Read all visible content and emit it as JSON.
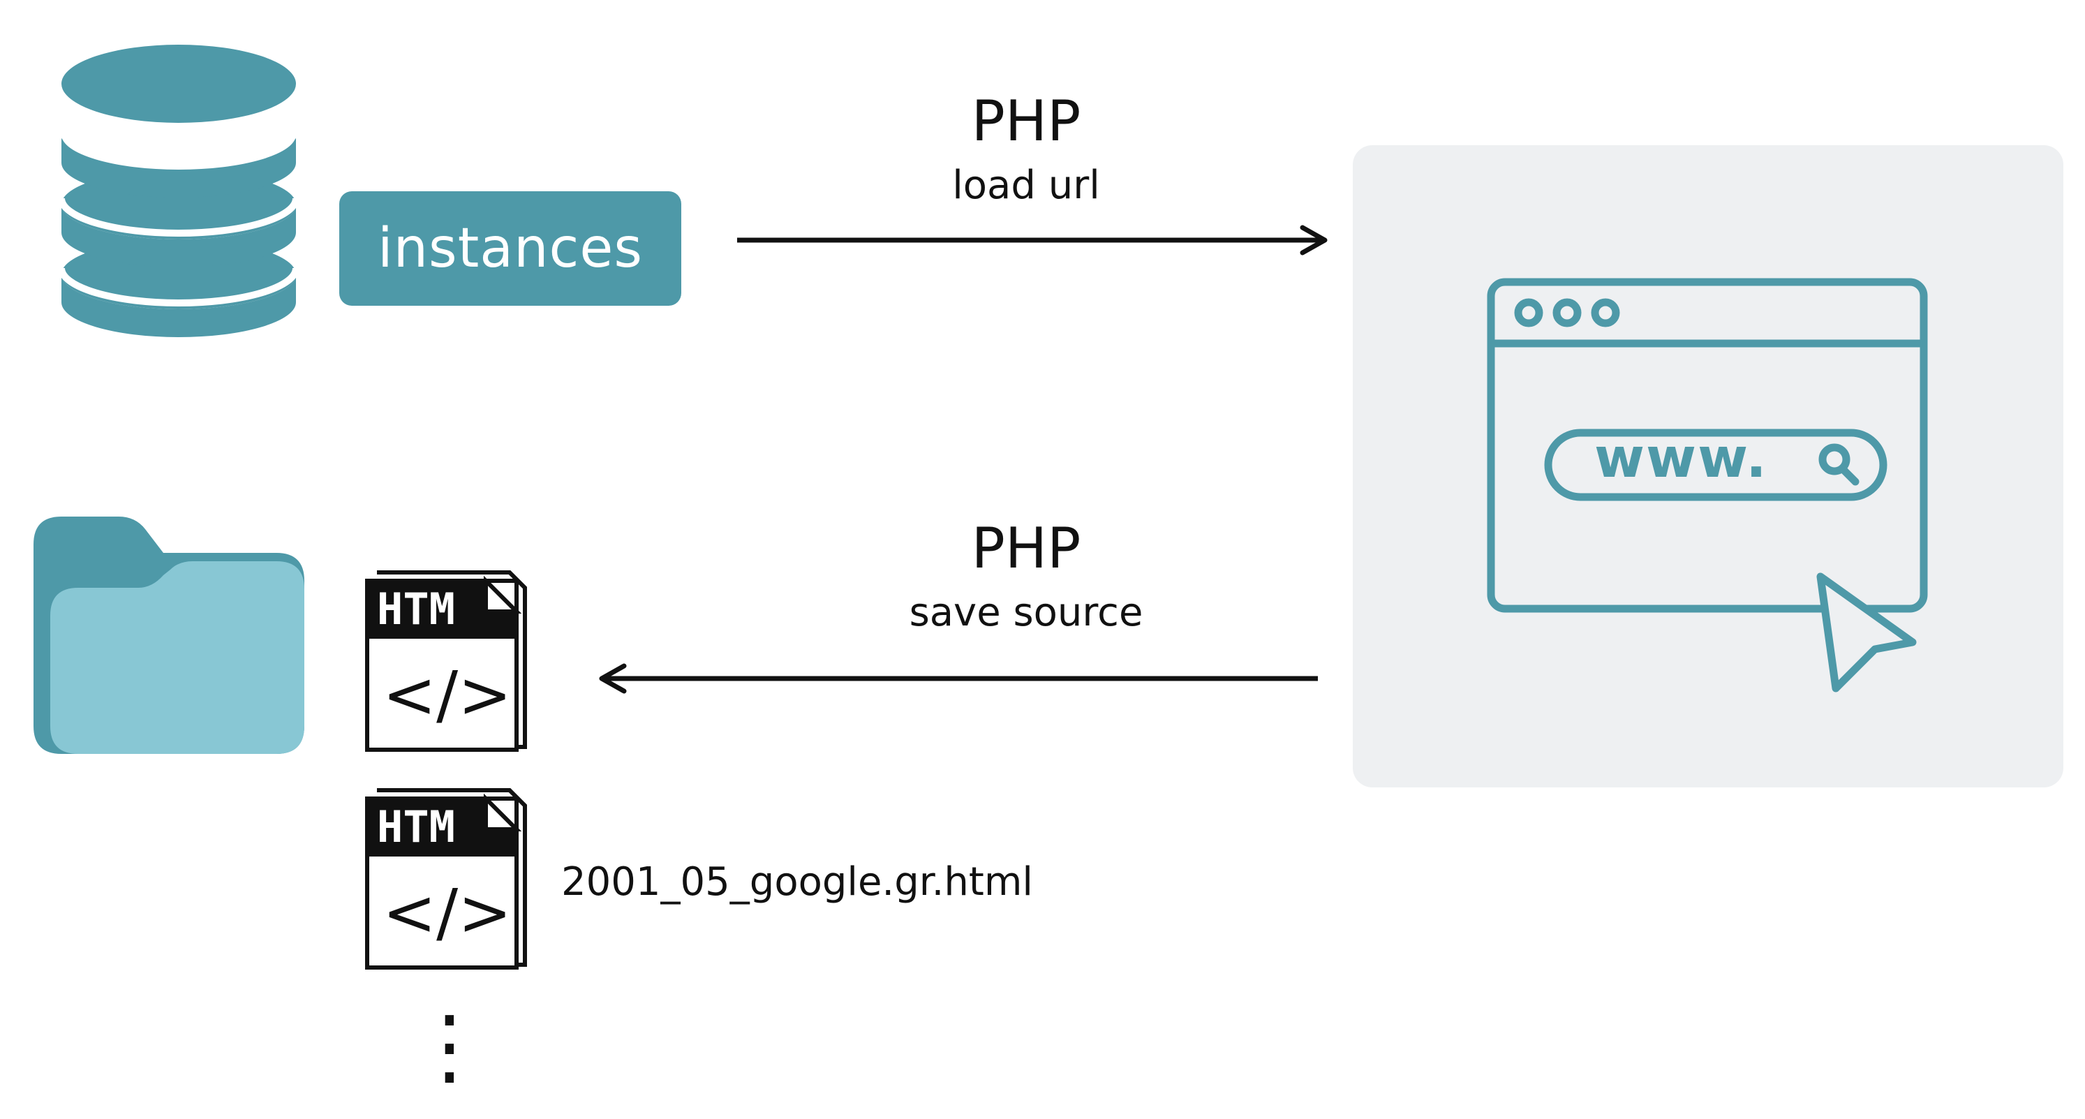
{
  "colors": {
    "teal": "#4e99a8",
    "teal_light": "#88c7d4",
    "teal_dark": "#3f8a99",
    "panel_bg": "#eef0f2",
    "ink": "#111111"
  },
  "icons": {
    "database": "database-icon",
    "folder": "folder-icon",
    "browser": "browser-window-icon",
    "cursor": "cursor-icon",
    "search": "search-icon",
    "html_file": "html-file-icon"
  },
  "database": {
    "label": "instances"
  },
  "top_flow": {
    "protocol": "PHP",
    "action": "load url"
  },
  "bottom_flow": {
    "protocol": "PHP",
    "action": "save source"
  },
  "browser": {
    "url_text": "www."
  },
  "files": {
    "badge": "HTM",
    "code_glyph": "</>",
    "example_name": "2001_05_google.gr.html",
    "more_indicator": "⋮"
  }
}
